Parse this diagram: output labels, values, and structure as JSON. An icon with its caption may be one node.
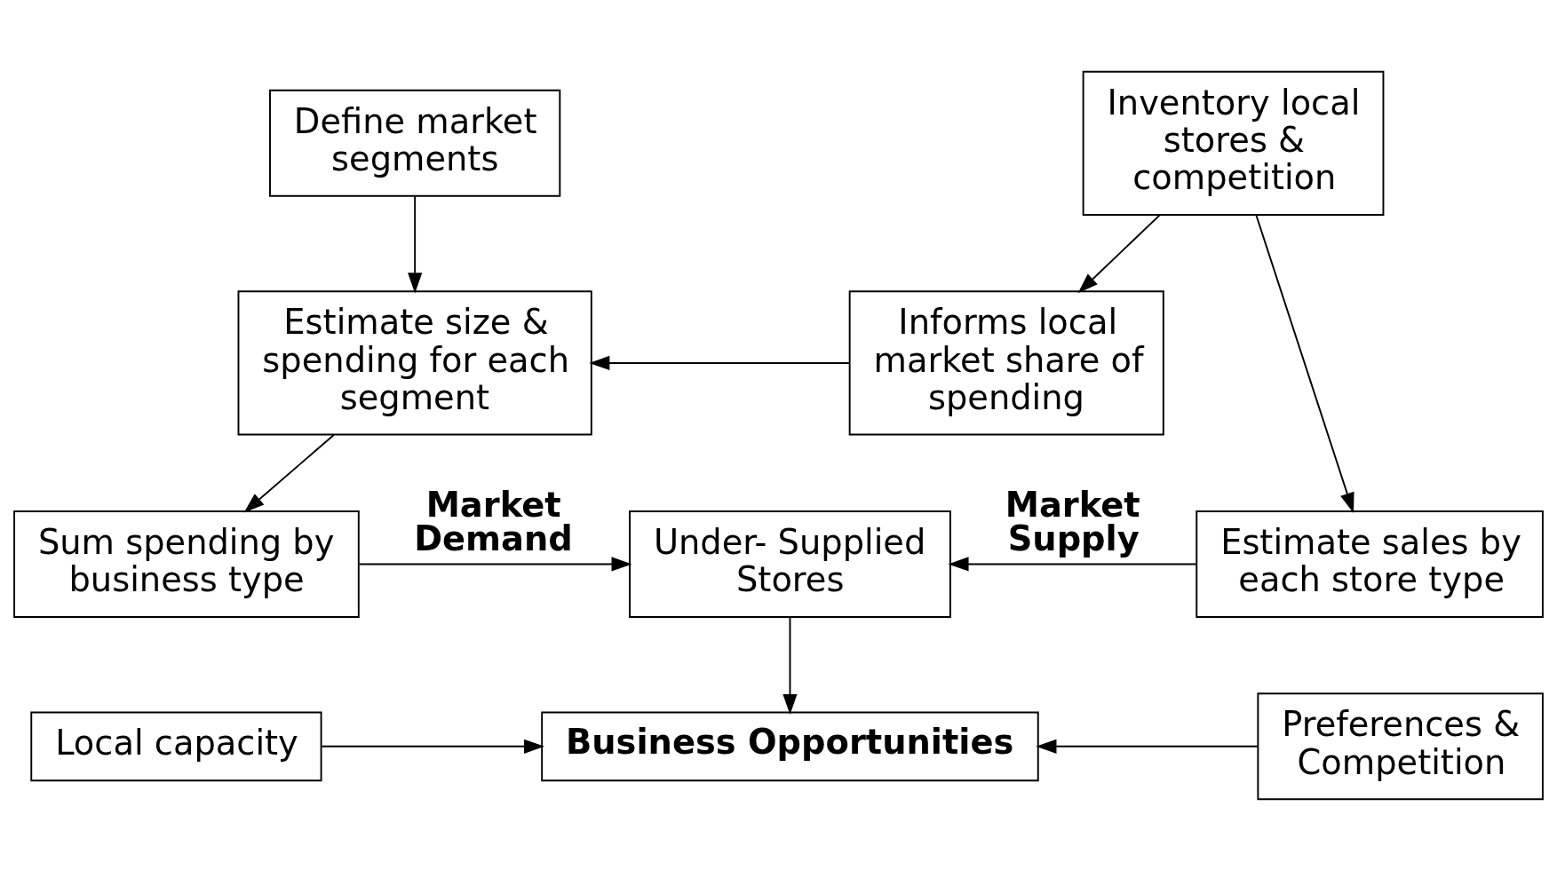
{
  "diagram": {
    "nodes": [
      {
        "text": [
          "Define market segments"
        ]
      },
      {
        "text": [
          "Inventory local stores & competition"
        ]
      },
      {
        "text": [
          "Estimate size & spending for each segment"
        ]
      },
      {
        "text": [
          "Informs local market share of spending"
        ]
      },
      {
        "text": [
          "Sum spending by business type"
        ]
      },
      {
        "text": [
          "Under- Supplied Stores"
        ]
      },
      {
        "text": [
          "Estimate sales by each store type"
        ]
      },
      {
        "text": [
          "Local capacity"
        ]
      },
      {
        "text": [
          "Business Opportunities"
        ]
      },
      {
        "text": [
          "Preferences & Competition"
        ]
      }
    ],
    "edges": [
      {
        "from": 0,
        "to": 2,
        "arrow": "to"
      },
      {
        "from": 1,
        "to": 3,
        "arrow": "to"
      },
      {
        "from": 1,
        "to": 6,
        "arrow": "to"
      },
      {
        "from": 3,
        "to": 2,
        "arrow": "to"
      },
      {
        "from": 2,
        "to": 4,
        "arrow": "to"
      },
      {
        "from": 4,
        "to": 5,
        "arrow": "to",
        "label": "Market Demand"
      },
      {
        "from": 6,
        "to": 5,
        "arrow": "to",
        "label": "Market Supply"
      },
      {
        "from": 5,
        "to": 8,
        "arrow": "to"
      },
      {
        "from": 7,
        "to": 8,
        "arrow": "to"
      },
      {
        "from": 9,
        "to": 8,
        "arrow": "to"
      }
    ]
  }
}
